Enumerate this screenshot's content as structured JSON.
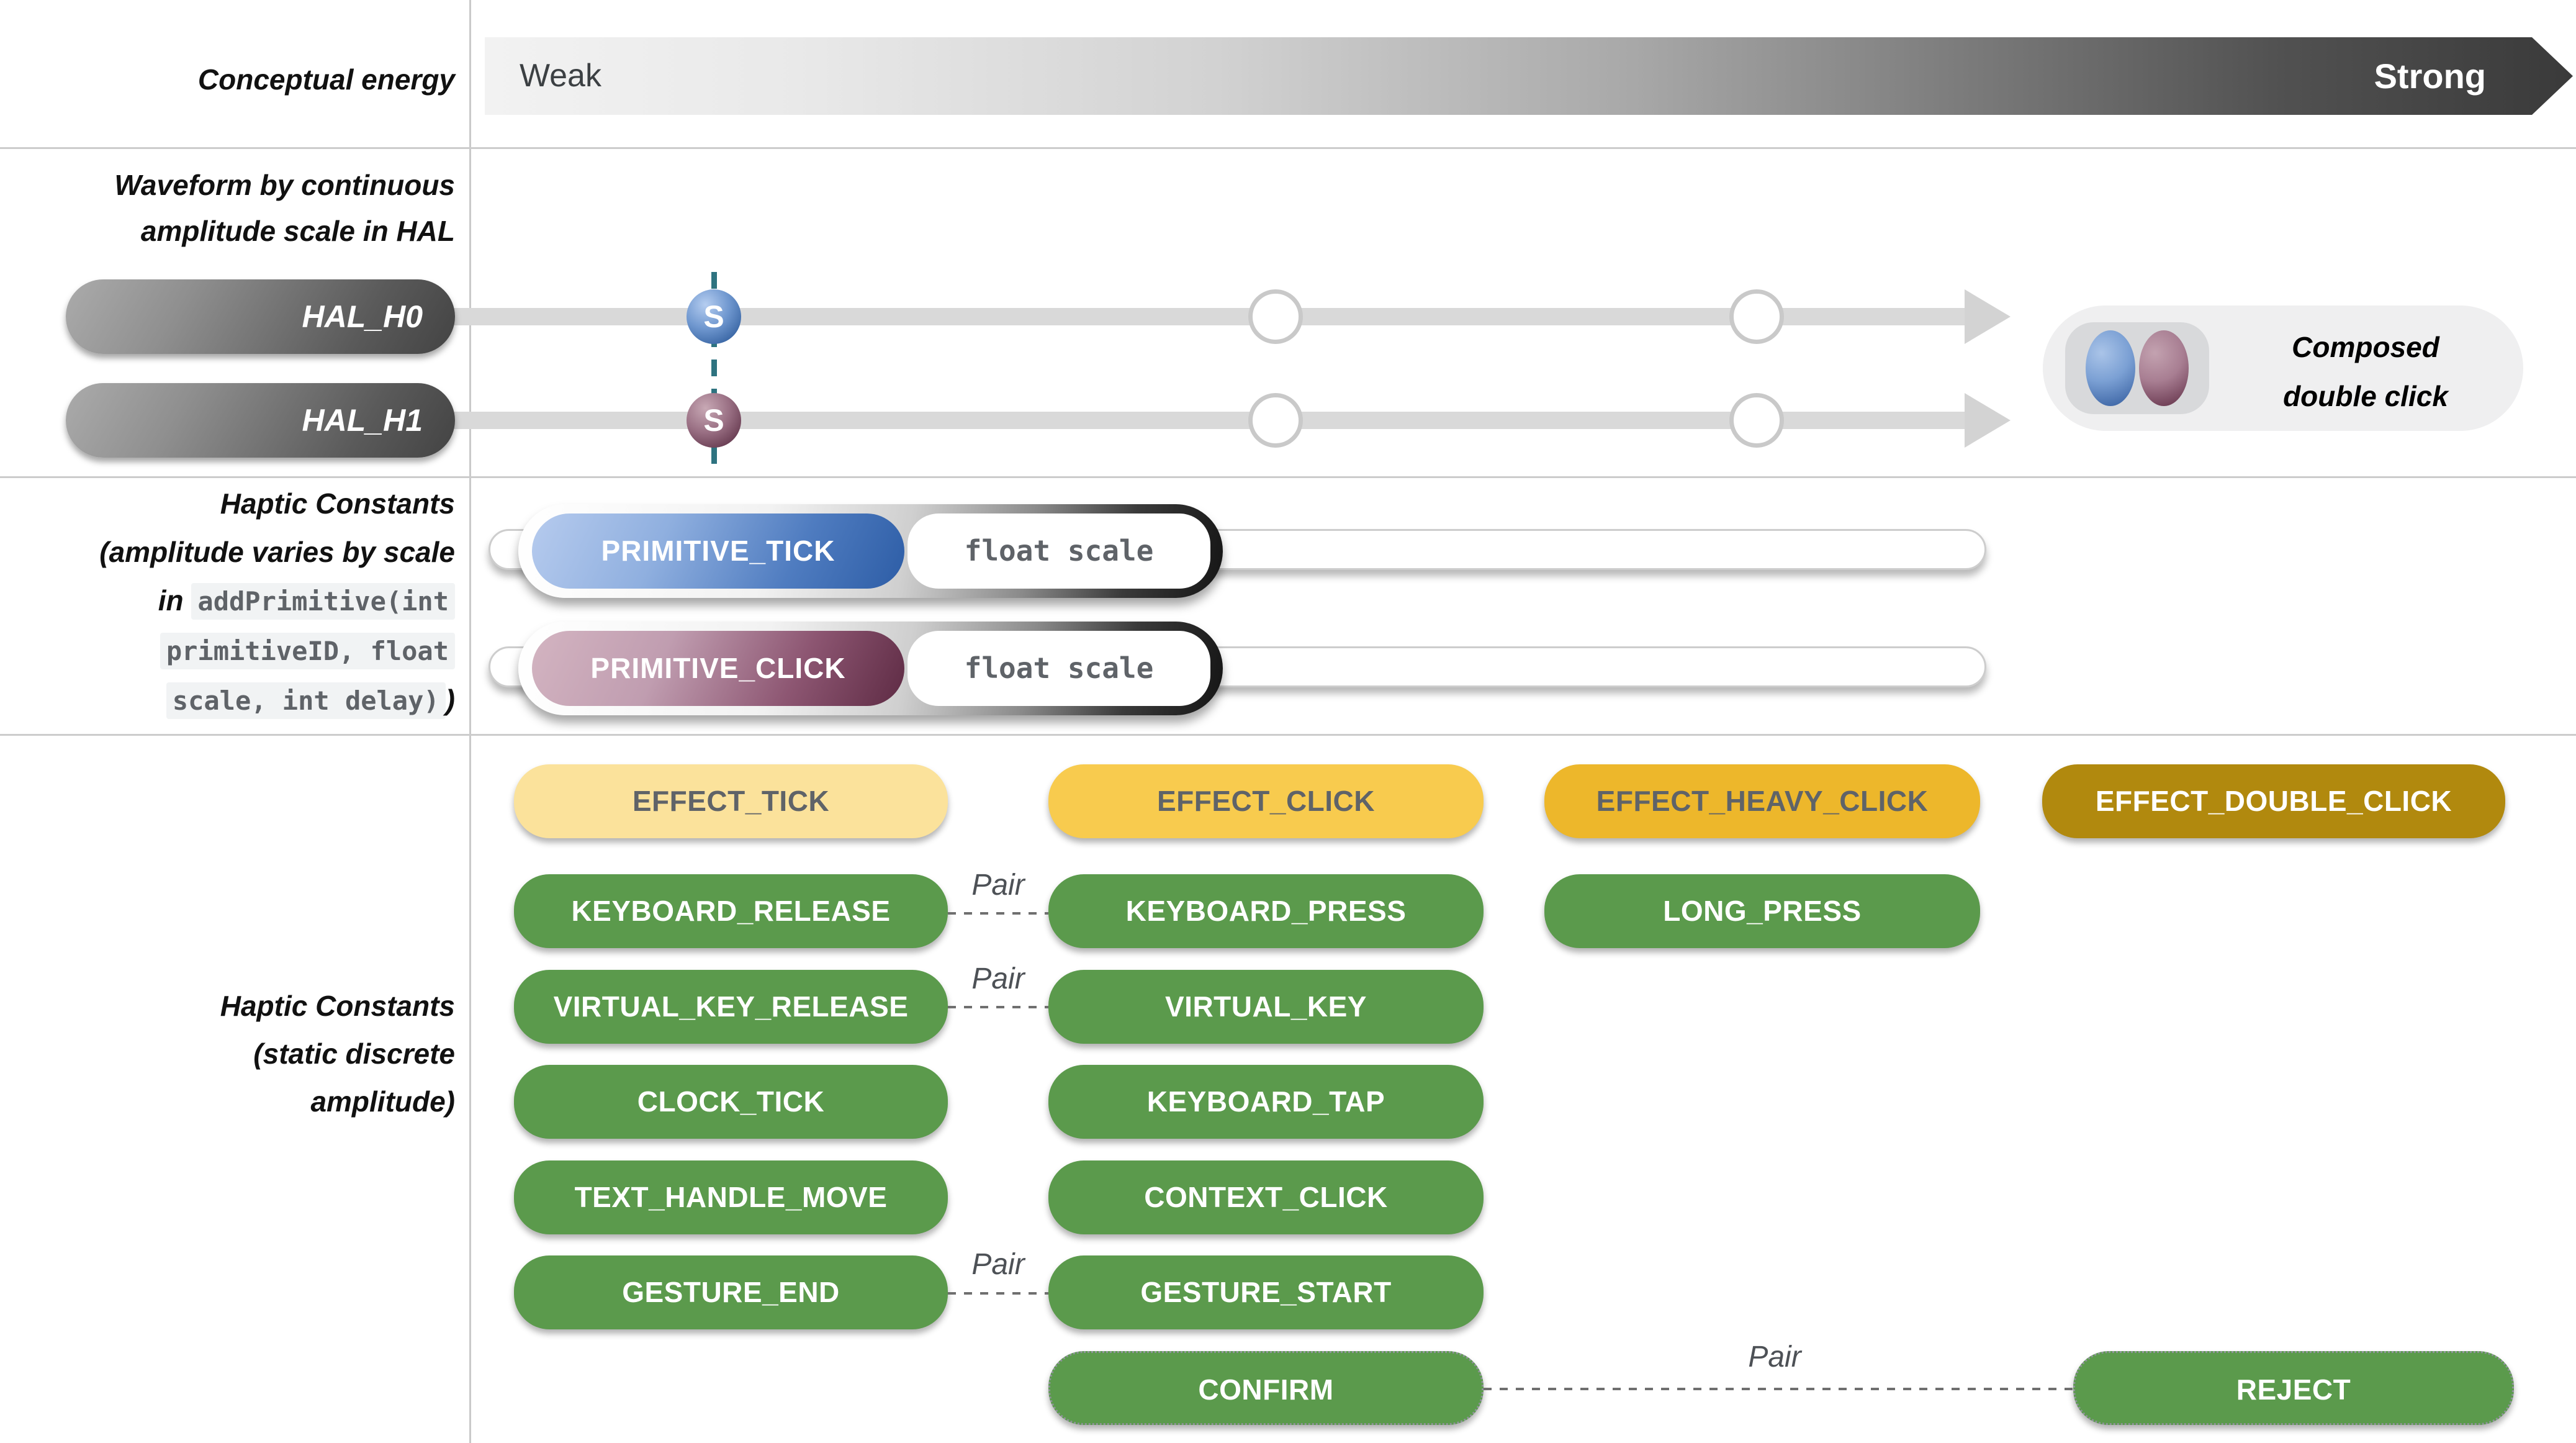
{
  "colors": {
    "green": "#5b9a4c",
    "yellow_light": "#fbe29b",
    "yellow": "#f8cb4e",
    "amber": "#edb72b",
    "gold": "#b1890e",
    "blue": "#2d5da6",
    "maroon": "#5e2b44",
    "teal_dash": "#2e7380",
    "gray_text": "#5f6368"
  },
  "energy": {
    "label": "Conceptual energy",
    "weak": "Weak",
    "strong": "Strong"
  },
  "hal": {
    "label_line1": "Waveform by continuous",
    "label_line2": "amplitude scale in HAL",
    "scale_marker": "S",
    "rows": [
      {
        "label": "HAL_H0"
      },
      {
        "label": "HAL_H1"
      }
    ],
    "composed_line1": "Composed",
    "composed_line2": "double click"
  },
  "primitives": {
    "label_line1": "Haptic Constants",
    "label_line2": "(amplitude varies by scale",
    "label_line3_prefix": "in ",
    "label_line3_code": "addPrimitive(int",
    "label_line4_code": "primitiveID, float",
    "label_line5_code": "scale, int delay)",
    "label_line5_suffix": ")",
    "rows": [
      {
        "name": "PRIMITIVE_TICK",
        "param": "float scale"
      },
      {
        "name": "PRIMITIVE_CLICK",
        "param": "float scale"
      }
    ]
  },
  "constants": {
    "label_line1": "Haptic Constants",
    "label_line2": "(static discrete",
    "label_line3": "amplitude)",
    "pair_label": "Pair",
    "buttons": [
      {
        "label": "EFFECT_TICK",
        "style": "yellow-light"
      },
      {
        "label": "EFFECT_CLICK",
        "style": "yellow"
      },
      {
        "label": "EFFECT_HEAVY_CLICK",
        "style": "amber"
      },
      {
        "label": "EFFECT_DOUBLE_CLICK",
        "style": "gold"
      },
      {
        "label": "KEYBOARD_RELEASE",
        "style": "green"
      },
      {
        "label": "KEYBOARD_PRESS",
        "style": "green"
      },
      {
        "label": "LONG_PRESS",
        "style": "green"
      },
      {
        "label": "VIRTUAL_KEY_RELEASE",
        "style": "green"
      },
      {
        "label": "VIRTUAL_KEY",
        "style": "green"
      },
      {
        "label": "CLOCK_TICK",
        "style": "green"
      },
      {
        "label": "KEYBOARD_TAP",
        "style": "green"
      },
      {
        "label": "TEXT_HANDLE_MOVE",
        "style": "green"
      },
      {
        "label": "CONTEXT_CLICK",
        "style": "green"
      },
      {
        "label": "GESTURE_END",
        "style": "green"
      },
      {
        "label": "GESTURE_START",
        "style": "green"
      },
      {
        "label": "CONFIRM",
        "style": "green-dotted"
      },
      {
        "label": "REJECT",
        "style": "green-dotted"
      }
    ]
  }
}
